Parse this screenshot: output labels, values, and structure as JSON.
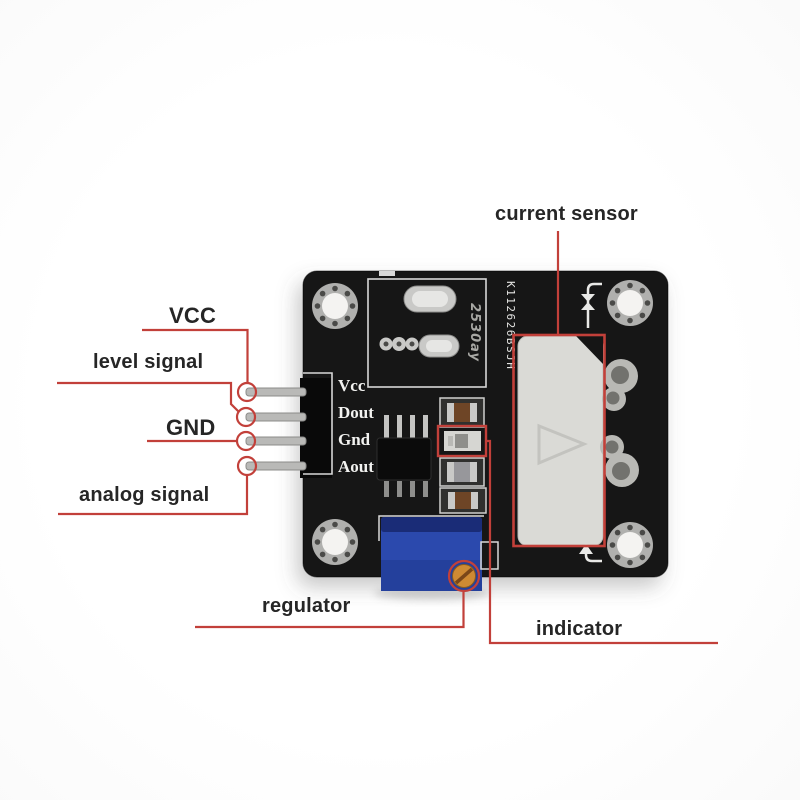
{
  "callouts": {
    "current_sensor": {
      "label": "current sensor"
    },
    "vcc": {
      "label": "VCC"
    },
    "level_signal": {
      "label": "level signal"
    },
    "gnd": {
      "label": "GND"
    },
    "analog_signal": {
      "label": "analog signal"
    },
    "regulator": {
      "label": "regulator"
    },
    "indicator": {
      "label": "indicator"
    }
  },
  "silkscreen": {
    "pin_labels": [
      "Vcc",
      "Dout",
      "Gnd",
      "Aout"
    ],
    "serial_code": "K112626BSJH",
    "date_code": "2530ay"
  },
  "colors": {
    "annotation_red": "#c2403a",
    "pcb_black": "#151515",
    "potentiometer_blue": "#2b49ad",
    "sensor_body_gray": "#dadad6",
    "screw_gold": "#ce8a33"
  }
}
